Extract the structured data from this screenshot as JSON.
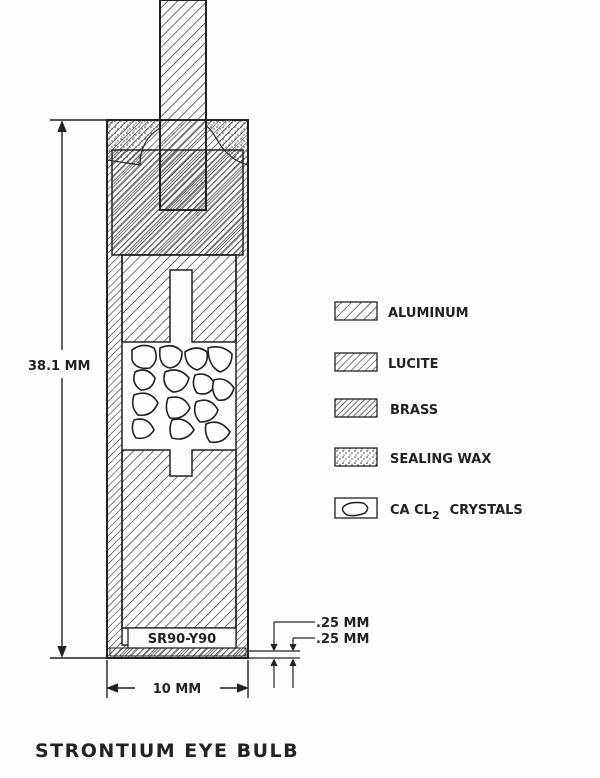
{
  "title": "STRONTIUM EYE BULB",
  "dimensions": {
    "height": "38.1 MM",
    "width": "10 MM",
    "window_thickness": ".25 MM",
    "foil_thickness": ".25 MM"
  },
  "source_label": "SR90-Y90",
  "legend": [
    {
      "label": "ALUMINUM",
      "swatch": "hatch-fine"
    },
    {
      "label": "LUCITE",
      "swatch": "hatch-medium"
    },
    {
      "label": "BRASS",
      "swatch": "hatch-dense"
    },
    {
      "label": "SEALING WAX",
      "swatch": "stipple"
    },
    {
      "label": "CA CL",
      "subscript": "2",
      "suffix": "CRYSTALS",
      "swatch": "crystal"
    }
  ],
  "colors": {
    "ink": "#222222",
    "paper": "#fdfdfb"
  }
}
